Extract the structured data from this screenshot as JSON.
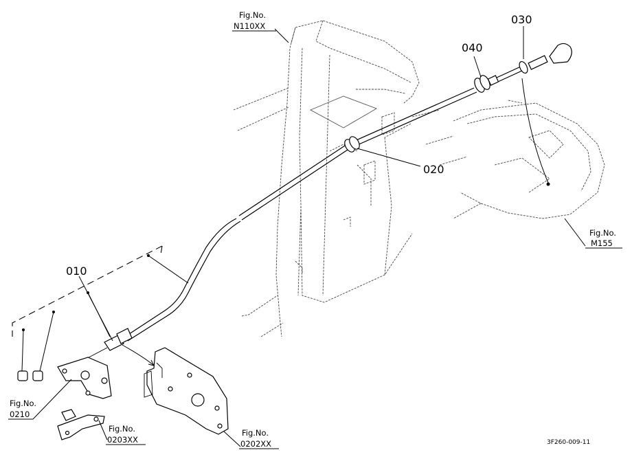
{
  "parts": {
    "p010": "010",
    "p020": "020",
    "p030": "030",
    "p040": "040"
  },
  "refs": {
    "n110": {
      "label": "Fig.No.",
      "code": "N110XX"
    },
    "m155": {
      "label": "Fig.No.",
      "code": "M155"
    },
    "f0210": {
      "label": "Fig.No.",
      "code": "0210"
    },
    "f0203": {
      "label": "Fig.No.",
      "code": "0203XX"
    },
    "f0202": {
      "label": "Fig.No.",
      "code": "0202XX"
    }
  },
  "drawing_code": "3F260-009-11"
}
